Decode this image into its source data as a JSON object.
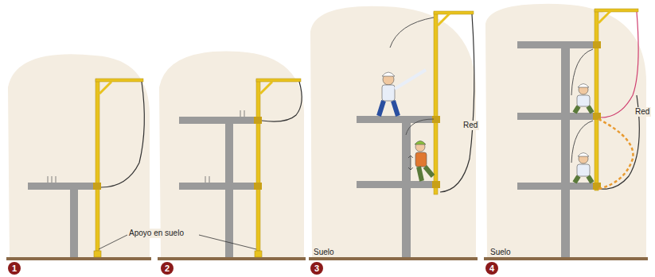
{
  "diagram": {
    "labels": [
      "1",
      "2",
      "3",
      "4",
      "Apoyo en suelo",
      "Red",
      "Red",
      "Suelo",
      "Suelo"
    ]
  }
}
